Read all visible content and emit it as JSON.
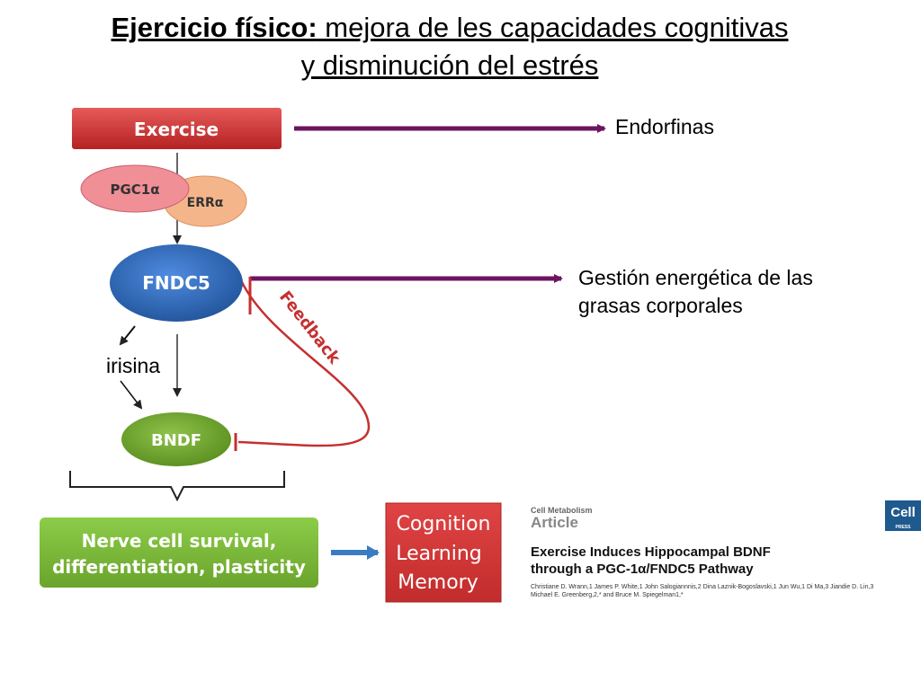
{
  "title": {
    "bold_part": "Ejercicio físico:",
    "rest_line1": " mejora de les capacidades cognitivas",
    "line2": "y disminución del estrés"
  },
  "diagram": {
    "exercise": "Exercise",
    "pgc1a": "PGC1α",
    "erra": "ERRα",
    "fndc5": "FNDC5",
    "bndf": "BNDF",
    "feedback": "Feedback",
    "nerve_line1": "Nerve cell survival,",
    "nerve_line2": "differentiation, plasticity",
    "cognition": "Cognition",
    "learning": "Learning",
    "memory": "Memory"
  },
  "labels": {
    "endorfinas": "Endorfinas",
    "gestion_line1": "Gestión energética de las",
    "gestion_line2": "grasas corporales",
    "irisina": "irisina"
  },
  "article": {
    "journal": "Cell Metabolism",
    "type": "Article",
    "title_line1": "Exercise Induces Hippocampal BDNF",
    "title_line2": "through a PGC-1α/FNDC5 Pathway",
    "authors_line1": "Christiane D. Wrann,1 James P. White,1 John Salogiannnis,2 Dina Laznik-Bogoslavski,1 Jun Wu,1 Di Ma,3 Jiandie D. Lin,3",
    "authors_line2": "Michael E. Greenberg,2,* and Bruce M. Spiegelman1,*",
    "logo_main": "Cell",
    "logo_sub": "PRESS"
  },
  "colors": {
    "exercise": "#c62f2f",
    "pgc1a": "#f08f96",
    "erra": "#f5b58a",
    "fndc5": "#2f6cbf",
    "bndf": "#6fa42c",
    "nerve": "#7cb83a",
    "cognition": "#d23a3a",
    "purple_arrow": "#6b1560",
    "feedback": "#c53030",
    "blue_arrow": "#3a7cc4"
  }
}
